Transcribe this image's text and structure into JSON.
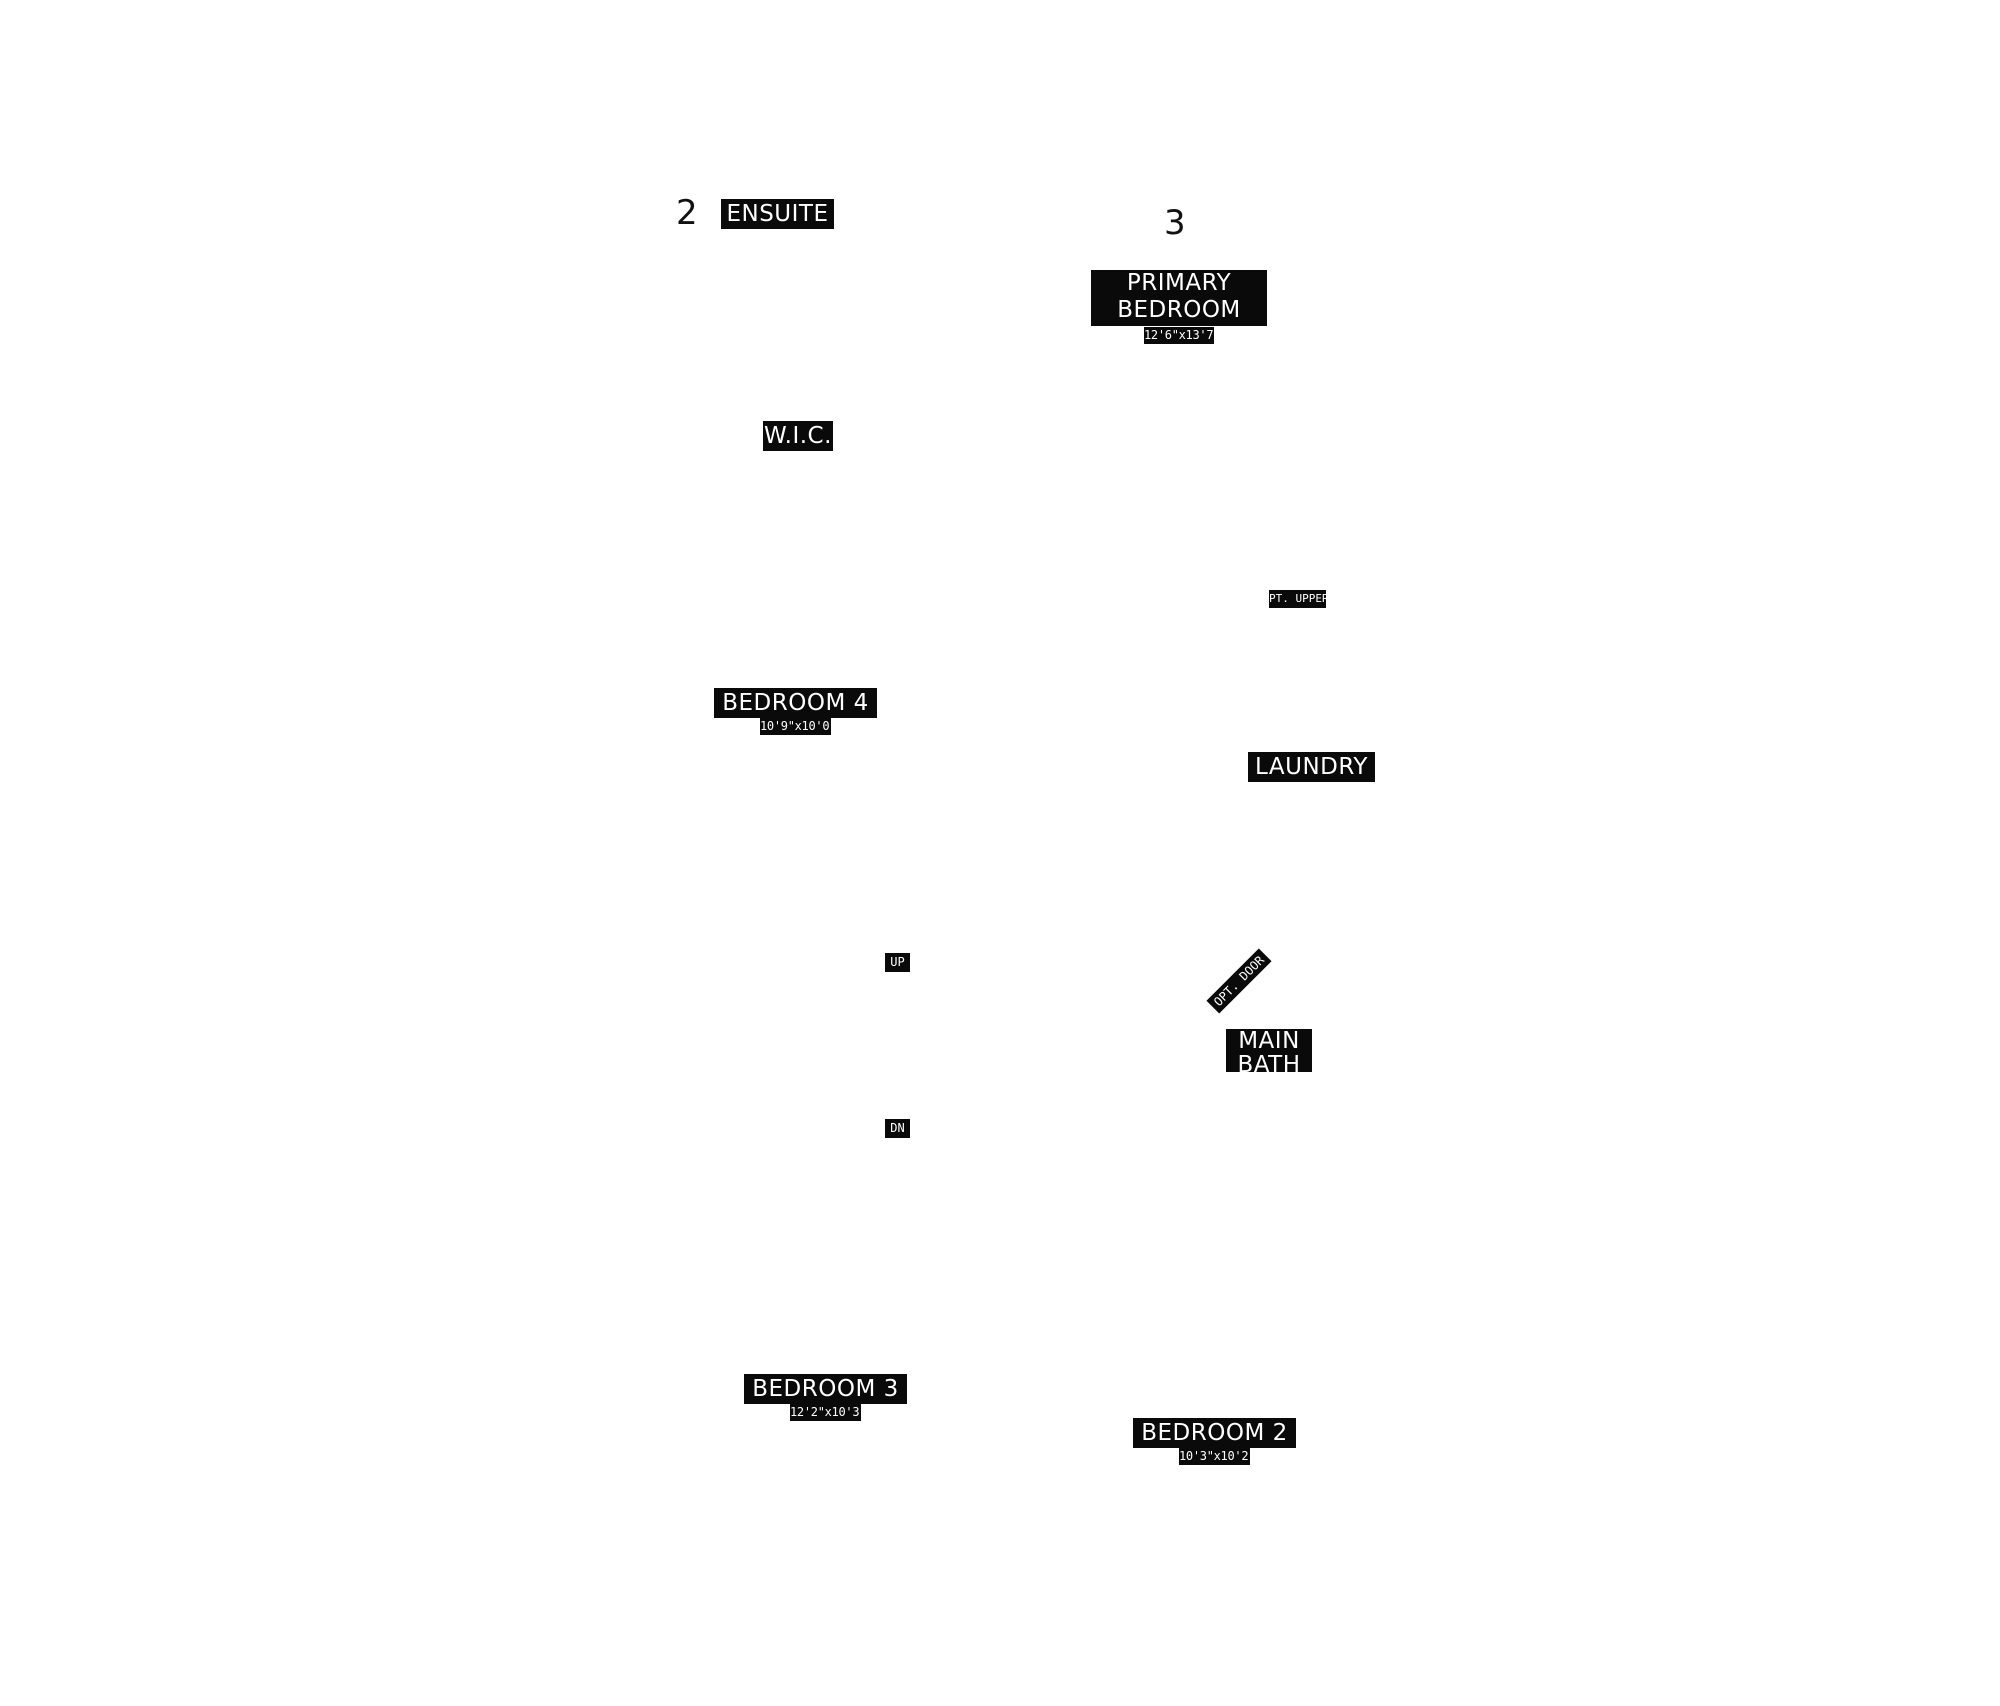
{
  "level_numbers": {
    "left": "2",
    "right": "3"
  },
  "rooms": {
    "ensuite": {
      "name": "ENSUITE"
    },
    "primary_bedroom": {
      "line1": "PRIMARY",
      "line2": "BEDROOM",
      "size": "12'6\"x13'7\""
    },
    "wic": {
      "name": "W.I.C."
    },
    "bedroom4": {
      "name": "BEDROOM 4",
      "size": "10'9\"x10'0\""
    },
    "laundry": {
      "name": "LAUNDRY"
    },
    "main_bath": {
      "line1": "MAIN",
      "line2": "BATH"
    },
    "bedroom3": {
      "name": "BEDROOM 3",
      "size": "12'2\"x10'3\""
    },
    "bedroom2": {
      "name": "BEDROOM 2",
      "size": "10'3\"x10'2\""
    }
  },
  "notes": {
    "opt_upper": "PT. UPPER",
    "opt_door": "OPT. DOOR",
    "stair_up": "UP",
    "stair_down": "DN"
  }
}
